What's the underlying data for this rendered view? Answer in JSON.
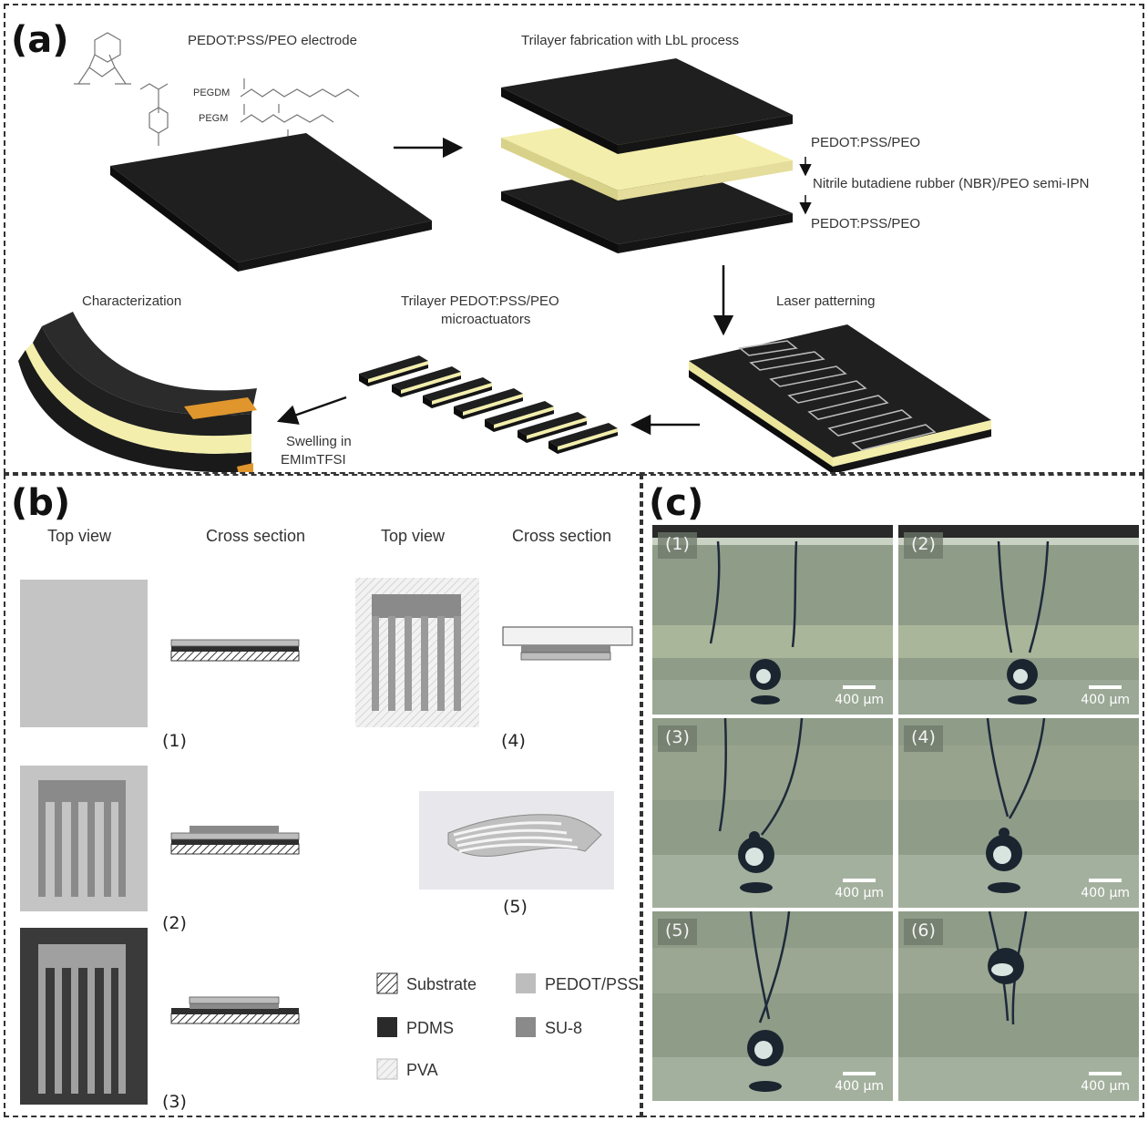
{
  "panel_a": {
    "label": "(a)",
    "electrode_title": "PEDOT:PSS/PEO electrode",
    "chem_pegdm": "PEGDM",
    "chem_pegm": "PEGM",
    "trilayer_title": "Trilayer fabrication with LbL process",
    "layer_top": "PEDOT:PSS/PEO",
    "layer_mid": "Nitrile butadiene rubber (NBR)/PEO semi-IPN",
    "layer_bottom": "PEDOT:PSS/PEO",
    "laser_title": "Laser patterning",
    "micro_title_1": "Trilayer PEDOT:PSS/PEO",
    "micro_title_2": "microactuators",
    "char_title": "Characterization",
    "swelling_1": "Swelling in",
    "swelling_2": "EMImTFSI"
  },
  "panel_b": {
    "label": "(b)",
    "top_view_1": "Top view",
    "cross_section_1": "Cross section",
    "top_view_2": "Top view",
    "cross_section_2": "Cross section",
    "step1": "(1)",
    "step2": "(2)",
    "step3": "(3)",
    "step4": "(4)",
    "step5": "(5)",
    "legend": {
      "substrate": "Substrate",
      "pedot": "PEDOT/PSS",
      "pdms": "PDMS",
      "su8": "SU-8",
      "pva": "PVA"
    }
  },
  "panel_c": {
    "label": "(c)",
    "frames": [
      "(1)",
      "(2)",
      "(3)",
      "(4)",
      "(5)",
      "(6)"
    ],
    "scale": "400 µm"
  },
  "colors": {
    "black_layer": "#1c1c1c",
    "yellow_layer": "#f3eeab",
    "orange_contact": "#e0962c",
    "pdms": "#2e2e2e",
    "pedot": "#bdbdbd",
    "su8": "#8a8a8a"
  }
}
